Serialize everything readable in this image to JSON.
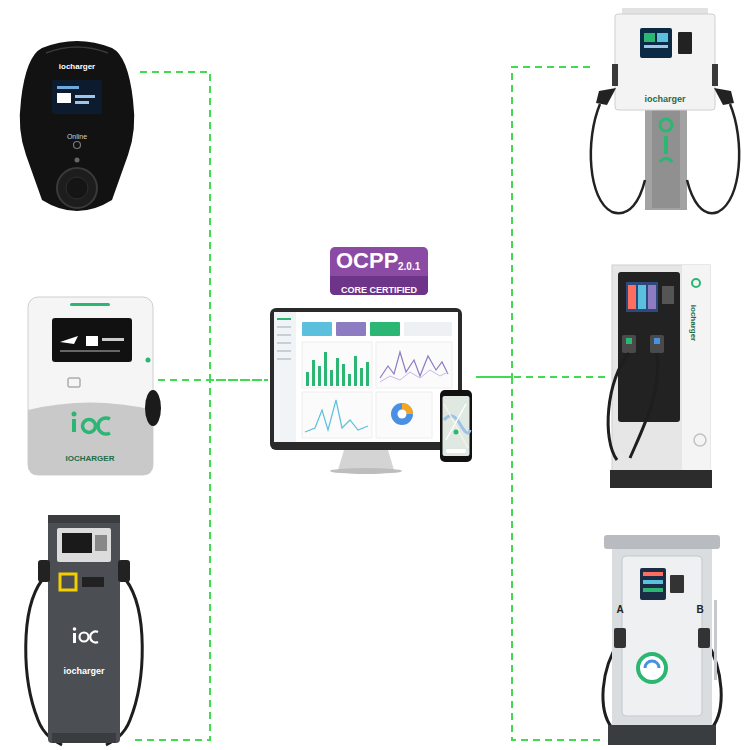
{
  "diagram": {
    "nodes": [
      {
        "text": [
          "iocharger",
          "Online"
        ]
      },
      {
        "text": [
          "IOCHARGER"
        ]
      },
      {
        "text": [
          "iocharger"
        ]
      },
      {
        "text": [
          "OCPP",
          "2.0.1",
          "CORE CERTIFIED"
        ]
      },
      {
        "text": [
          "iocharger"
        ]
      },
      {
        "text": [
          "iocharger"
        ]
      },
      {
        "text": [
          "A",
          "B"
        ]
      }
    ],
    "edges": [
      {
        "from": 0,
        "to": 3,
        "arrow": "none"
      },
      {
        "from": 1,
        "to": 3,
        "arrow": "none"
      },
      {
        "from": 2,
        "to": 3,
        "arrow": "none"
      },
      {
        "from": 4,
        "to": 3,
        "arrow": "none"
      },
      {
        "from": 5,
        "to": 3,
        "arrow": "none"
      },
      {
        "from": 6,
        "to": 3,
        "arrow": "none"
      }
    ]
  }
}
